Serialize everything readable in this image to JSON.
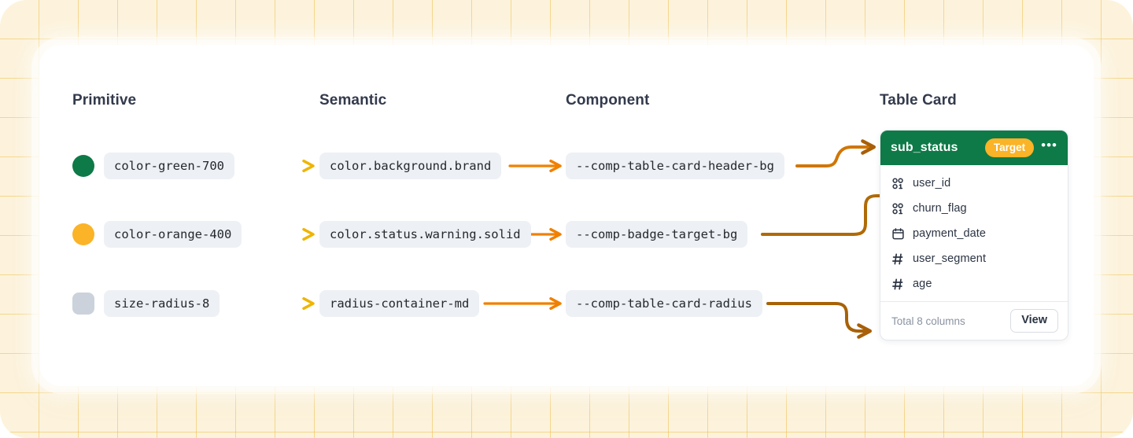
{
  "columns": {
    "primitive": "Primitive",
    "semantic": "Semantic",
    "component": "Component",
    "table_card": "Table Card"
  },
  "rows": [
    {
      "swatch_name": "green-swatch",
      "swatch_color": "#0E7A47",
      "swatch_shape": "circle",
      "primitive": "color-green-700",
      "semantic": "color.background.brand",
      "component": "--comp-table-card-header-bg"
    },
    {
      "swatch_name": "orange-swatch",
      "swatch_color": "#FBB327",
      "swatch_shape": "circle",
      "primitive": "color-orange-400",
      "semantic": "color.status.warning.solid",
      "component": "--comp-badge-target-bg"
    },
    {
      "swatch_name": "radius-swatch",
      "swatch_color": "#CBD2DB",
      "swatch_shape": "rounded",
      "primitive": "size-radius-8",
      "semantic": "radius-container-md",
      "component": "--comp-table-card-radius"
    }
  ],
  "table_card": {
    "title": "sub_status",
    "badge": "Target",
    "menu_icon": "•••",
    "columns": [
      {
        "name": "user_id",
        "icon": "key-id-icon"
      },
      {
        "name": "churn_flag",
        "icon": "key-id-icon"
      },
      {
        "name": "payment_date",
        "icon": "calendar-icon"
      },
      {
        "name": "user_segment",
        "icon": "hash-icon"
      },
      {
        "name": "age",
        "icon": "hash-icon"
      }
    ],
    "footer_total": "Total 8 columns",
    "view_label": "View"
  },
  "theme": {
    "brand_green": "#0E7A47",
    "badge_orange": "#FBB327",
    "arrow_orange": "#F08000",
    "arrow_yellow": "#F5C518",
    "arrow_brown": "#B05E05",
    "chip_bg": "#EDF0F4",
    "page_bg": "#FDF3DC",
    "grid_line": "#EEBE48"
  }
}
